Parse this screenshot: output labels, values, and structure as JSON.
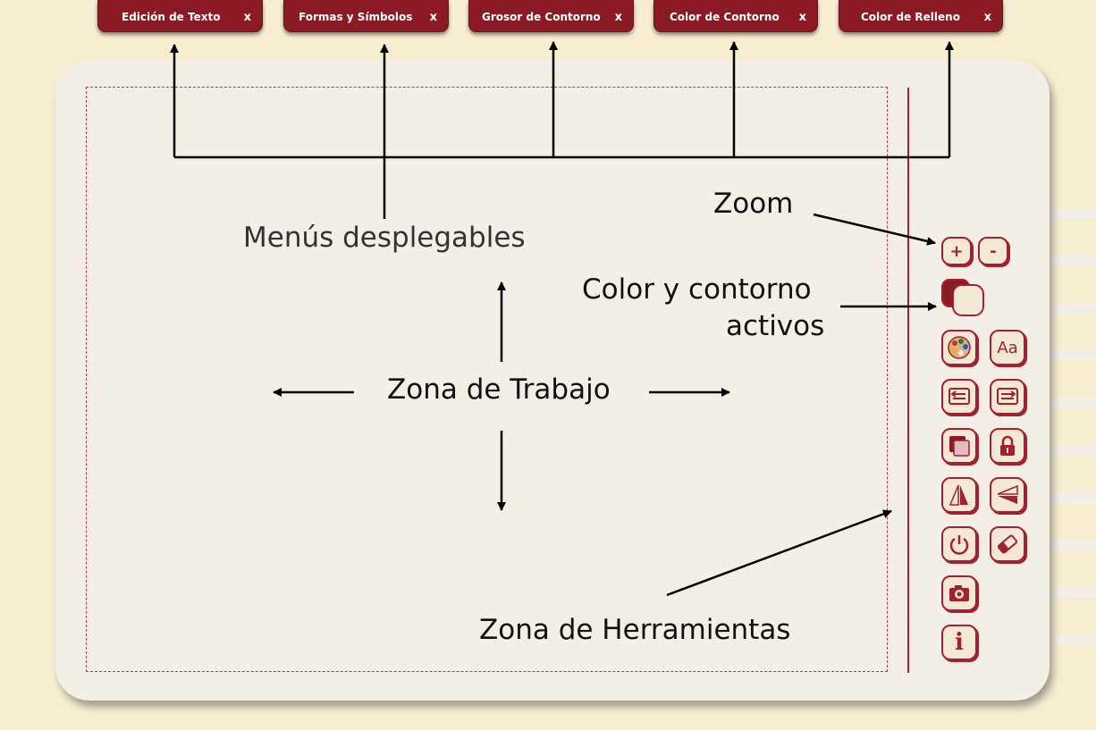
{
  "menus": [
    {
      "label": "Edición de Texto",
      "close": "x"
    },
    {
      "label": "Formas y Símbolos",
      "close": "x"
    },
    {
      "label": "Grosor de Contorno",
      "close": "x"
    },
    {
      "label": "Color de Contorno",
      "close": "x"
    },
    {
      "label": "Color de Relleno",
      "close": "x"
    }
  ],
  "annotations": {
    "menus": "Menús desplegables",
    "zoom": "Zoom",
    "color_line1": "Color y contorno",
    "color_line2": "activos",
    "work_area": "Zona de Trabajo",
    "tools": "Zona de Herramientas"
  },
  "zoom": {
    "in": "+",
    "out": "-"
  },
  "tools": [
    {
      "icon": "palette-icon"
    },
    {
      "icon": "text-aa-icon",
      "label": "Aa"
    },
    {
      "icon": "send-backward-icon"
    },
    {
      "icon": "bring-forward-icon"
    },
    {
      "icon": "layer-square-icon"
    },
    {
      "icon": "lock-icon"
    },
    {
      "icon": "flip-horizontal-icon"
    },
    {
      "icon": "flip-vertical-icon"
    },
    {
      "icon": "power-icon"
    },
    {
      "icon": "eraser-icon"
    },
    {
      "icon": "camera-icon"
    },
    {
      "icon": "info-icon",
      "label": "i"
    }
  ],
  "colors": {
    "accent": "#8c1a25",
    "tool_stroke": "#a3202e",
    "page_background": "#f7eed2",
    "panel": "#f3efe7"
  }
}
